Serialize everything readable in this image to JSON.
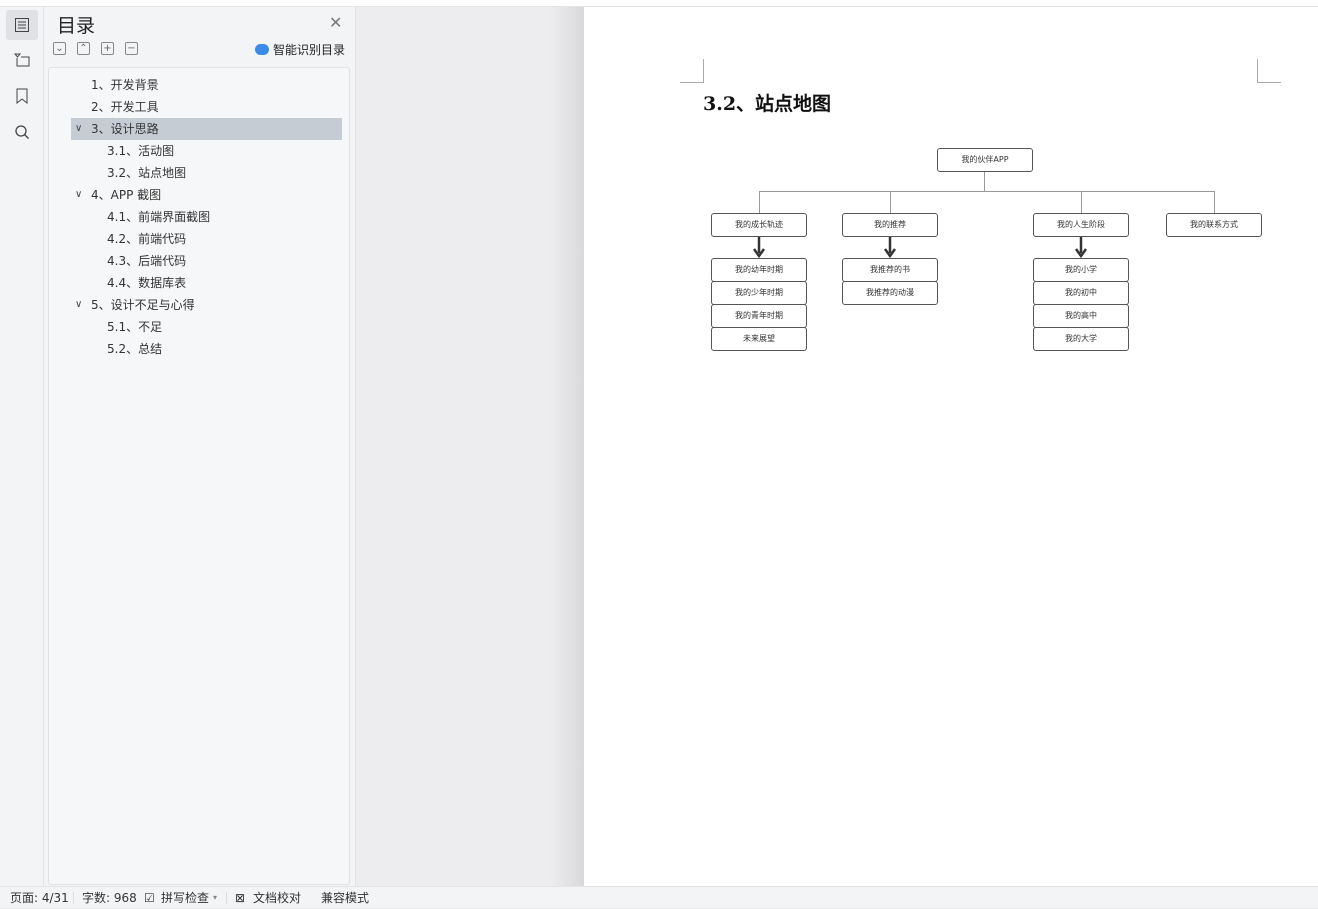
{
  "toc": {
    "title": "目录",
    "smart_label": "智能识别目录",
    "items": [
      {
        "label": "1、开发背景",
        "level": 1
      },
      {
        "label": "2、开发工具",
        "level": 1
      },
      {
        "label": "3、设计思路",
        "level": 1,
        "expanded": true,
        "selected": true
      },
      {
        "label": "3.1、活动图",
        "level": 2
      },
      {
        "label": "3.2、站点地图",
        "level": 2
      },
      {
        "label": "4、APP 截图",
        "level": 1,
        "expanded": true
      },
      {
        "label": "4.1、前端界面截图",
        "level": 2
      },
      {
        "label": "4.2、前端代码",
        "level": 2
      },
      {
        "label": "4.3、后端代码",
        "level": 2
      },
      {
        "label": "4.4、数据库表",
        "level": 2
      },
      {
        "label": "5、设计不足与心得",
        "level": 1,
        "expanded": true
      },
      {
        "label": "5.1、不足",
        "level": 2
      },
      {
        "label": "5.2、总结",
        "level": 2
      }
    ]
  },
  "document": {
    "heading": "3.2、站点地图",
    "diagram": {
      "root": "我的伙伴APP",
      "columns": [
        {
          "title": "我的成长轨迹",
          "children": [
            "我的幼年时期",
            "我的少年时期",
            "我的青年时期",
            "未来展望"
          ]
        },
        {
          "title": "我的推荐",
          "children": [
            "我推荐的书",
            "我推荐的动漫"
          ]
        },
        {
          "title": "我的人生阶段",
          "children": [
            "我的小学",
            "我的初中",
            "我的高中",
            "我的大学"
          ]
        },
        {
          "title": "我的联系方式",
          "children": []
        }
      ]
    }
  },
  "status": {
    "page": "页面: 4/31",
    "words": "字数: 968",
    "spell": "拼写检查",
    "proof": "文档校对",
    "compat": "兼容模式"
  }
}
